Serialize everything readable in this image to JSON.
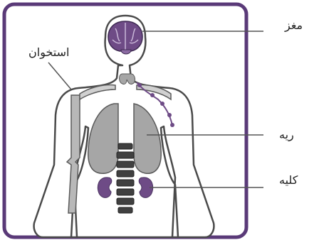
{
  "labels": {
    "brain": "مغز",
    "bone": "استخوان",
    "lung": "ریه",
    "kidney": "کلیه"
  },
  "colors": {
    "frame": "#5a3a78",
    "organ_purple": "#6e4b86",
    "organ_gray": "#a6a6a6",
    "bone_gray": "#b8b8b8",
    "outline": "#4a4a4a",
    "leader": "#555555"
  }
}
